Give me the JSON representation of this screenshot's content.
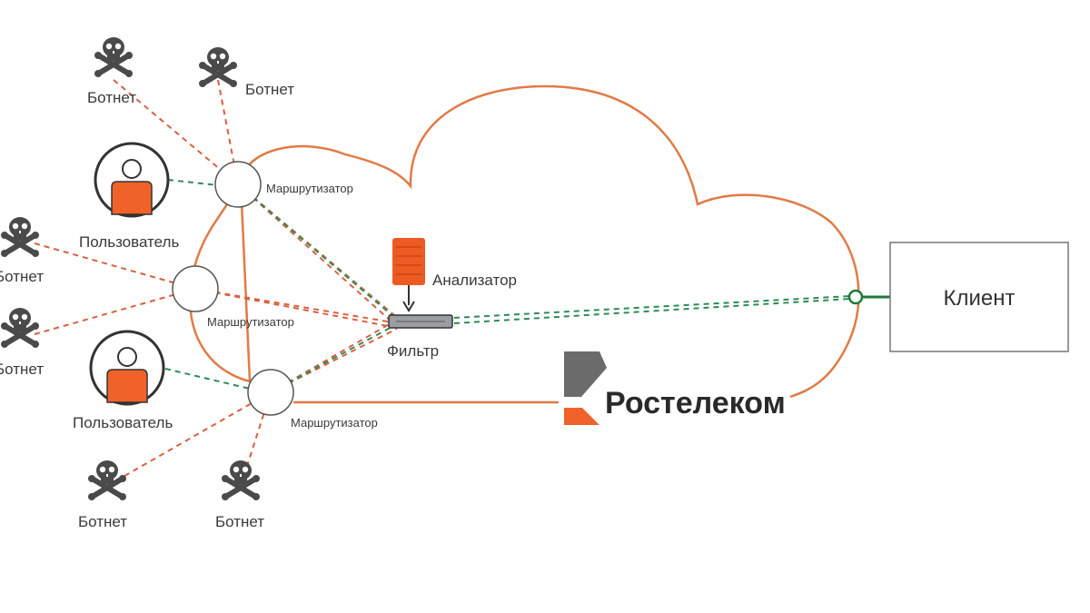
{
  "labels": {
    "botnet": "Ботнет",
    "user": "Пользователь",
    "router": "Маршрутизатор",
    "analyzer": "Анализатор",
    "filter": "Фильтр",
    "client": "Клиент",
    "brand": "Ростелеком"
  },
  "colors": {
    "cloud_outline": "#e07b46",
    "attack_line": "#d9603f",
    "legit_line": "#2e8b57",
    "client_link": "#1e7a3a",
    "skull": "#4a4a4a",
    "user_body": "#f0622a",
    "analyzer": "#ee5a22",
    "brand_gray": "#6b6b6b",
    "brand_orange": "#f0622a"
  },
  "icons": {
    "botnet": "skull-crossbones-icon",
    "user": "person-icon",
    "router": "circle-node-icon",
    "analyzer": "server-rack-icon",
    "filter": "appliance-icon",
    "brand": "rostelecom-logo"
  }
}
